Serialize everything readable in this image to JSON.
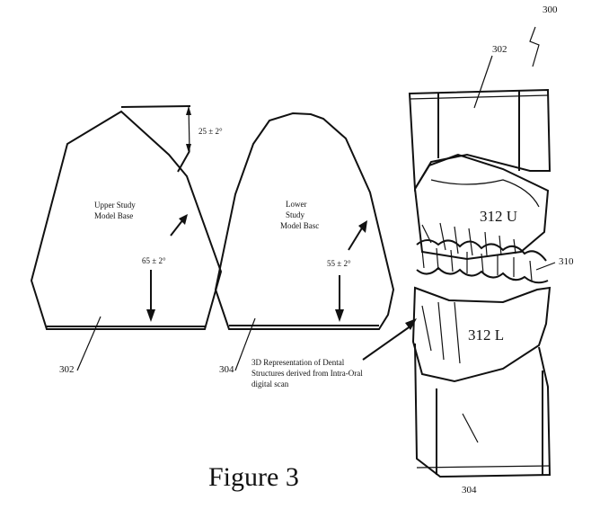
{
  "figure_caption": "Figure 3",
  "reference_numerals": {
    "assembly": "300",
    "upper_base_top": "302",
    "upper_base_left": "302",
    "lower_base_left": "304",
    "lower_base_bottom": "304",
    "upper_arch": "312 U",
    "lower_arch": "312 L",
    "occlusal_plane": "310"
  },
  "upper_base": {
    "title_line1": "Upper Study",
    "title_line2": "Model Base",
    "top_angle": "25 ± 2°",
    "side_angle": "65 ± 2°"
  },
  "lower_base": {
    "title_line1": "Lower",
    "title_line2": "Study",
    "title_line3": "Model Basc",
    "side_angle": "55 ± 2°"
  },
  "scan_annotation": {
    "line1": "3D Representation of Dental",
    "line2": "Structures derived from Intra-Oral",
    "line3": "digital scan"
  }
}
